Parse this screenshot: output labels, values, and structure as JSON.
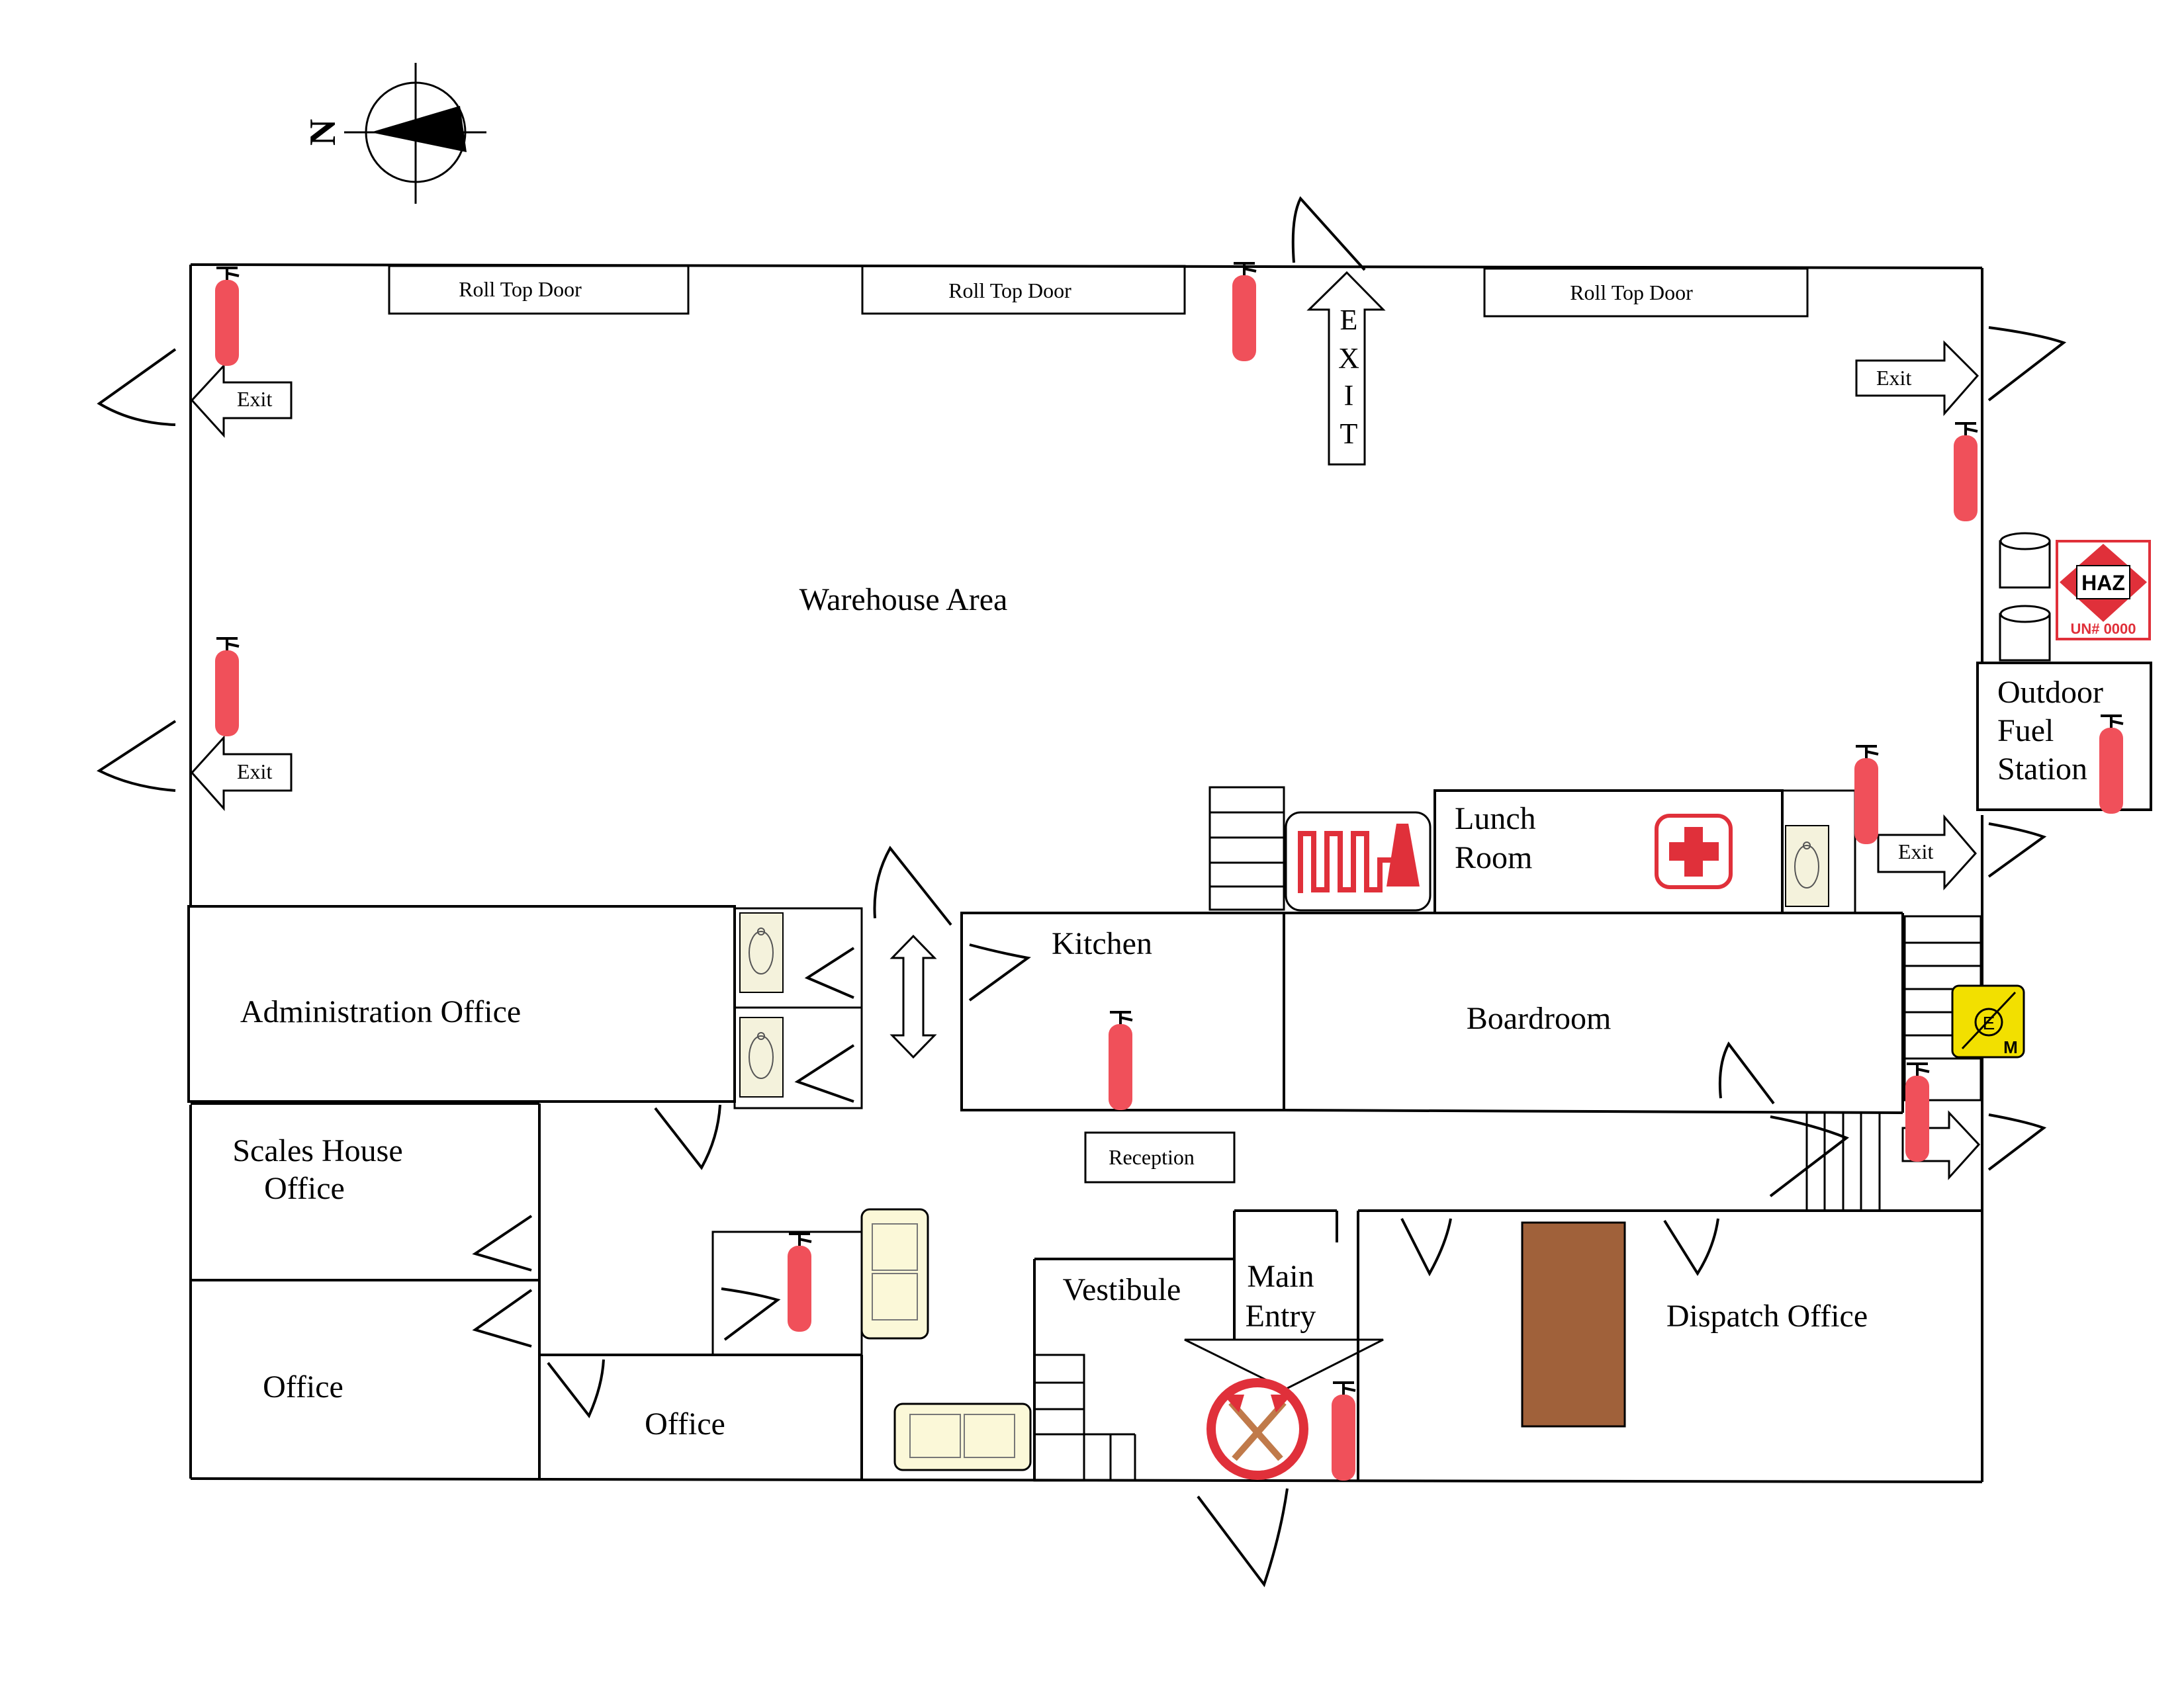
{
  "compass": {
    "north_label": "N"
  },
  "rooms": {
    "warehouse": "Warehouse Area",
    "administration": "Administration Office",
    "scales_line1": "Scales House",
    "scales_line2": "Office",
    "office_left": "Office",
    "office_center": "Office",
    "kitchen": "Kitchen",
    "lunch_line1": "Lunch",
    "lunch_line2": "Room",
    "boardroom": "Boardroom",
    "vestibule": "Vestibule",
    "main_entry_line1": "Main",
    "main_entry_line2": "Entry",
    "dispatch": "Dispatch Office",
    "fuel_line1": "Outdoor",
    "fuel_line2": "Fuel",
    "fuel_line3": "Station",
    "reception": "Reception"
  },
  "doors": {
    "roll_top_1": "Roll Top Door",
    "roll_top_2": "Roll Top Door",
    "roll_top_3": "Roll Top Door"
  },
  "exits": {
    "west_upper": "Exit",
    "west_lower": "Exit",
    "east_upper": "Exit",
    "east_lunch": "Exit",
    "north_main": [
      "E",
      "X",
      "I",
      "T"
    ]
  },
  "hazard_placard": {
    "label": "HAZ",
    "un_number": "UN# 0000"
  },
  "electrical_meter": {
    "letter_e": "E",
    "letter_m": "M"
  },
  "colors": {
    "extinguisher": "#f0505a",
    "first_aid": "#e0303a",
    "hazard": "#e0303a",
    "meter": "#f2e000",
    "couch": "#fbf8d8",
    "sink": "#f4f2dc",
    "desk": "#a0613a"
  }
}
